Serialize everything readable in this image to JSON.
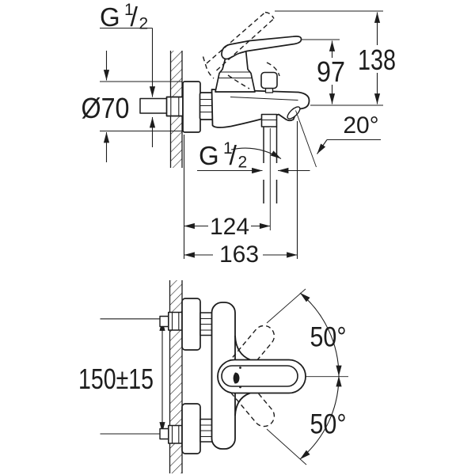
{
  "drawing": {
    "title_hint": "wall-mounted single-lever bath mixer dimensional drawing",
    "background_color": "#ffffff",
    "line_color": "#1d1d1d"
  },
  "side_view": {
    "labels": {
      "thread_top": {
        "g": "G",
        "sup": "1",
        "slash": "/",
        "sub": "2"
      },
      "thread_mid": {
        "g": "G",
        "sup": "1",
        "slash": "/",
        "sub": "2"
      },
      "diameter": "Ø70",
      "height_total": "138",
      "height_to_lever": "97",
      "spout_angle": "20°",
      "wall_to_shower_outlet": "124",
      "wall_to_spout_tip": "163"
    }
  },
  "front_view": {
    "labels": {
      "inlet_center_distance": "150±15",
      "lever_swing_up": "50°",
      "lever_swing_down": "50°"
    }
  }
}
